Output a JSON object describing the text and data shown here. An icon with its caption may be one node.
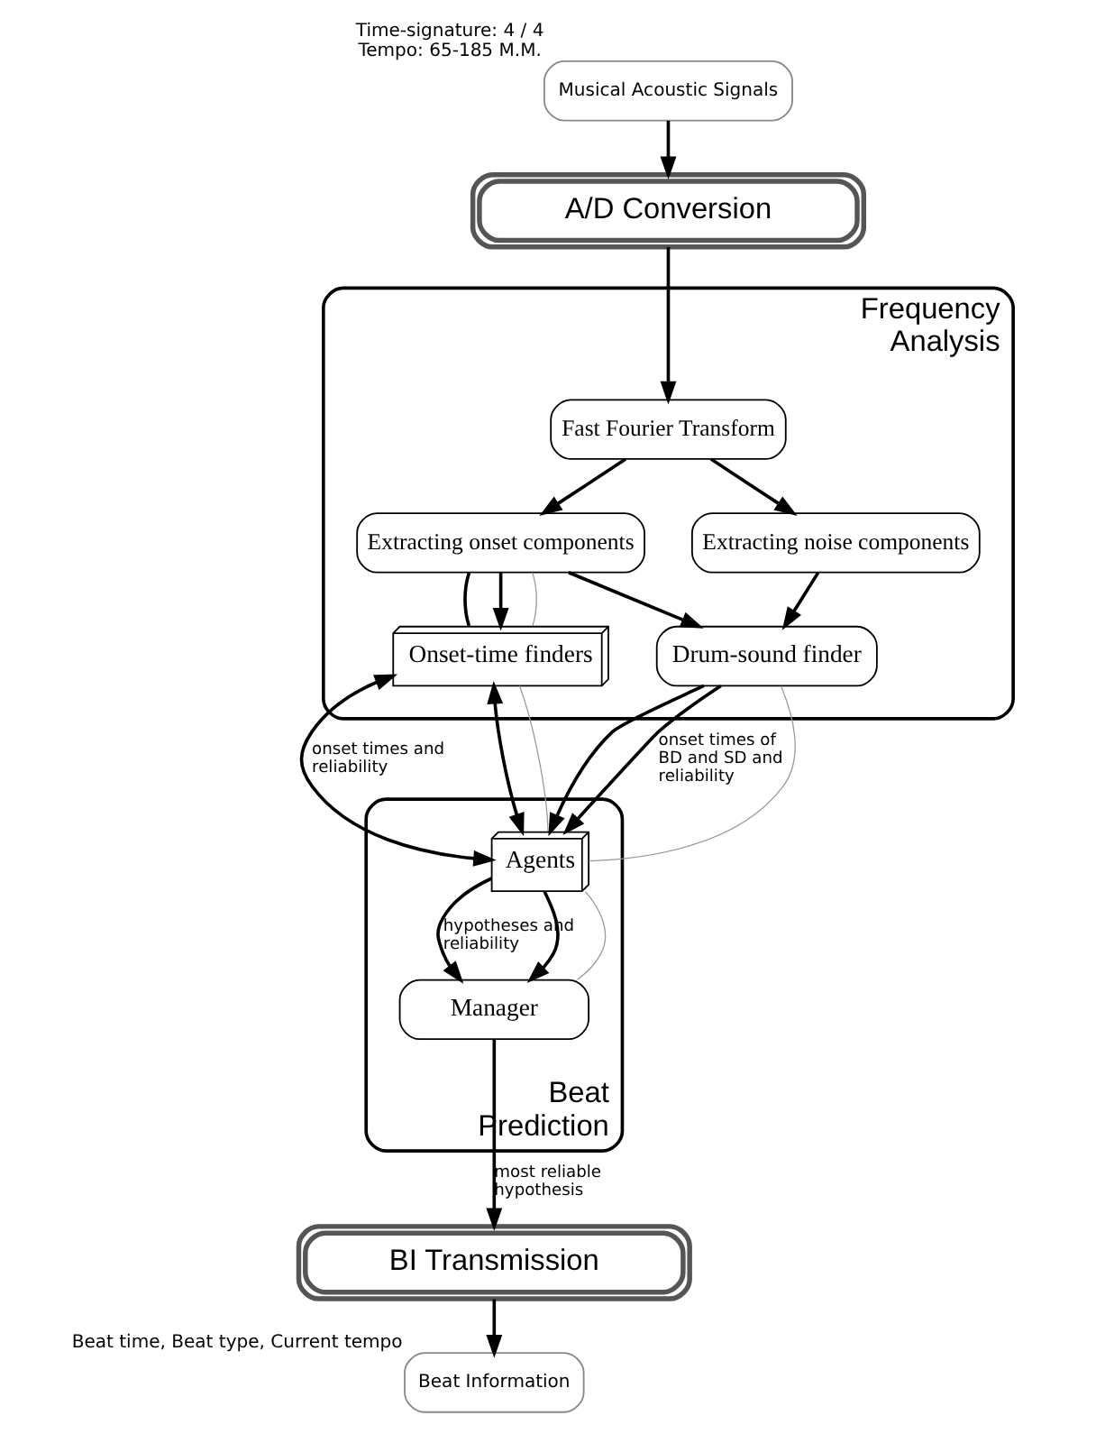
{
  "diagram": {
    "nodes": [
      {
        "text": [
          "Musical Acoustic Signals"
        ],
        "beside": [
          "Time-signature: 4 / 4",
          "Tempo: 65-185 M.M."
        ]
      },
      {
        "text": [
          "A/D Conversion"
        ]
      },
      {
        "text": [
          "Frequency Analysis"
        ]
      },
      {
        "text": [
          "Fast Fourier Transform"
        ],
        "in": 2
      },
      {
        "text": [
          "Extracting onset components"
        ],
        "in": 2
      },
      {
        "text": [
          "Extracting noise components"
        ],
        "in": 2
      },
      {
        "text": [
          "Onset-time finders"
        ],
        "in": 2
      },
      {
        "text": [
          "Drum-sound finder"
        ],
        "in": 2
      },
      {
        "text": [
          "Beat Prediction"
        ]
      },
      {
        "text": [
          "Agents"
        ],
        "in": 8
      },
      {
        "text": [
          "Manager"
        ],
        "in": 8
      },
      {
        "text": [
          "BI Transmission"
        ]
      },
      {
        "text": [
          "Beat Information"
        ],
        "beside": [
          "Beat time, Beat type, Current tempo"
        ]
      }
    ],
    "edges": [
      {
        "from": 0,
        "to": 1,
        "arrow": "to"
      },
      {
        "from": 1,
        "to": 3,
        "arrow": "to"
      },
      {
        "from": 3,
        "to": 4,
        "arrow": "to"
      },
      {
        "from": 3,
        "to": 5,
        "arrow": "to"
      },
      {
        "from": 4,
        "to": 6,
        "arrow": "none"
      },
      {
        "from": 4,
        "to": 6,
        "arrow": "to"
      },
      {
        "from": 4,
        "to": 6,
        "arrow": "none",
        "color": "#999999"
      },
      {
        "from": 4,
        "to": 7,
        "arrow": "to"
      },
      {
        "from": 5,
        "to": 7,
        "arrow": "to"
      },
      {
        "from": 6,
        "to": 9,
        "arrow": "both",
        "label": "onset times and reliability"
      },
      {
        "from": 6,
        "to": 9,
        "arrow": "both"
      },
      {
        "from": 6,
        "to": 9,
        "arrow": "none",
        "color": "#999999"
      },
      {
        "from": 7,
        "to": 9,
        "arrow": "to"
      },
      {
        "from": 7,
        "to": 9,
        "arrow": "to",
        "label": "onset times of BD and SD and reliability"
      },
      {
        "from": 7,
        "to": 9,
        "arrow": "none",
        "color": "#999999"
      },
      {
        "from": 9,
        "to": 10,
        "arrow": "to",
        "label": "hypotheses and reliability"
      },
      {
        "from": 9,
        "to": 10,
        "arrow": "to"
      },
      {
        "from": 9,
        "to": 10,
        "arrow": "none",
        "color": "#999999"
      },
      {
        "from": 10,
        "to": 11,
        "arrow": "to",
        "label": "most reliable hypothesis"
      },
      {
        "from": 11,
        "to": 12,
        "arrow": "to"
      }
    ]
  }
}
